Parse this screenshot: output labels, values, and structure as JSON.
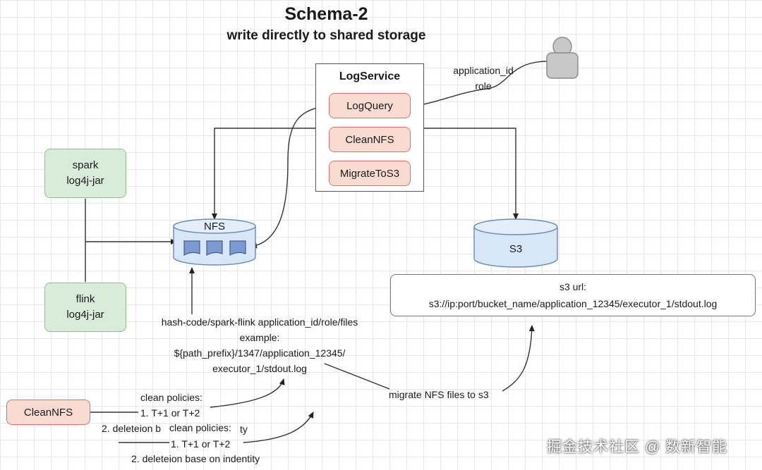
{
  "title": "Schema-2",
  "subtitle": "write directly to shared storage",
  "log_service": {
    "title": "LogService",
    "modules": [
      "LogQuery",
      "CleanNFS",
      "MigrateToS3"
    ]
  },
  "user_request": {
    "line1": "application_id",
    "line2": "role"
  },
  "sources": {
    "spark": {
      "line1": "spark",
      "line2": "log4j-jar"
    },
    "flink": {
      "line1": "flink",
      "line2": "log4j-jar"
    }
  },
  "nfs": {
    "label": "NFS"
  },
  "s3": {
    "label": "S3"
  },
  "s3_url": {
    "line1": "s3 url:",
    "line2": "s3://ip:port/bucket_name/application_12345/executor_1/stdout.log"
  },
  "path_note": {
    "line1": "hash-code/spark-flink application_id/role/files",
    "line2": "example:",
    "line3": "${path_prefix}/1347/application_12345/",
    "line4": "executor_1/stdout.log"
  },
  "migrate_label": "migrate NFS files to s3",
  "clean_nfs_box": "CleanNFS",
  "clean_policies_a": {
    "heading": "clean policies:",
    "item1": "1. T+1 or T+2",
    "item2_fragment": "2. deleteion b"
  },
  "clean_policies_b": {
    "heading": "clean policies:",
    "heading_suffix": "ty",
    "item1": "1. T+1 or T+2",
    "item2": "2. deleteion base on indentity"
  },
  "watermark": "掘金技术社区 @ 数新智能"
}
